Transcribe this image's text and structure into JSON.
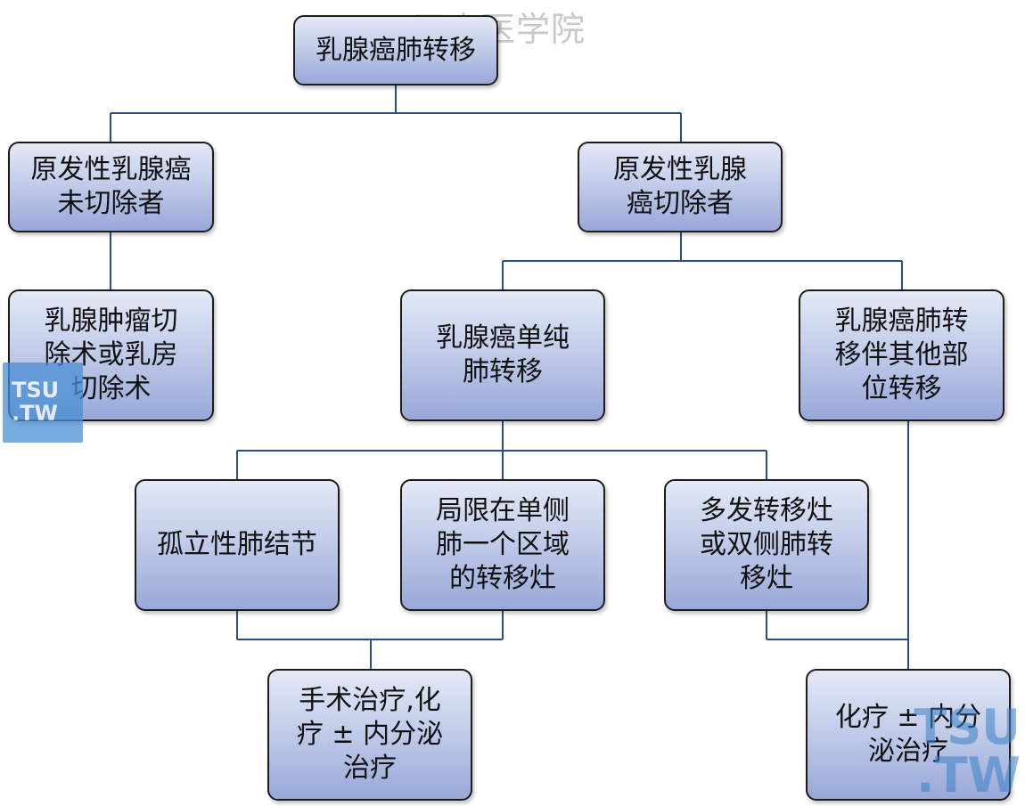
{
  "watermark": "天山医学院",
  "logo_small_text": "TSU\n.TW",
  "logo_large_text": "TSU\n.TW",
  "nodes": {
    "root": "乳腺癌肺转移",
    "not_resected": "原发性乳腺癌\n未切除者",
    "resected": "原发性乳腺\n癌切除者",
    "surgery": "乳腺肿瘤切\n除术或乳房\n切除术",
    "lung_only": "乳腺癌单纯\n肺转移",
    "with_other": "乳腺癌肺转\n移伴其他部\n位转移",
    "solitary": "孤立性肺结节",
    "localized": "局限在单侧\n肺一个区域\n的转移灶",
    "multiple": "多发转移灶\n或双侧肺转\n移灶",
    "treat_surgery": "手术治疗,化\n疗 ± 内分泌\n治疗",
    "treat_chemo": "化疗 ± 内分\n泌治疗"
  },
  "colors": {
    "line": "#2d4d86",
    "border": "#1c1c1c"
  }
}
